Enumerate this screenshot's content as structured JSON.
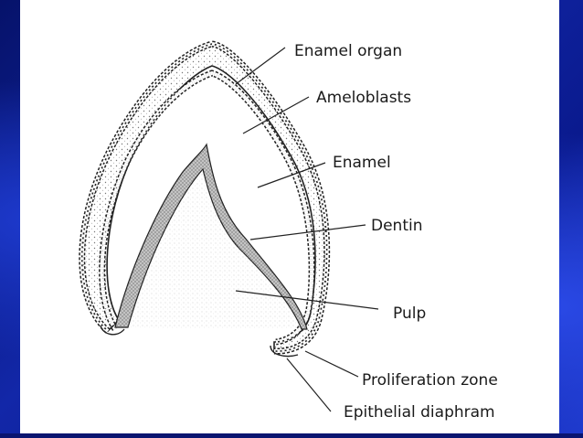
{
  "diagram": {
    "labels": {
      "enamel_organ": "Enamel organ",
      "ameloblasts": "Ameloblasts",
      "enamel": "Enamel",
      "dentin": "Dentin",
      "pulp": "Pulp",
      "proliferation_zone": "Proliferation zone",
      "epithelial_diaphram": "Epithelial diaphram"
    }
  },
  "colors": {
    "frame": "#0b1a8a",
    "slide": "#ffffff",
    "ink": "#1a1a1a"
  }
}
